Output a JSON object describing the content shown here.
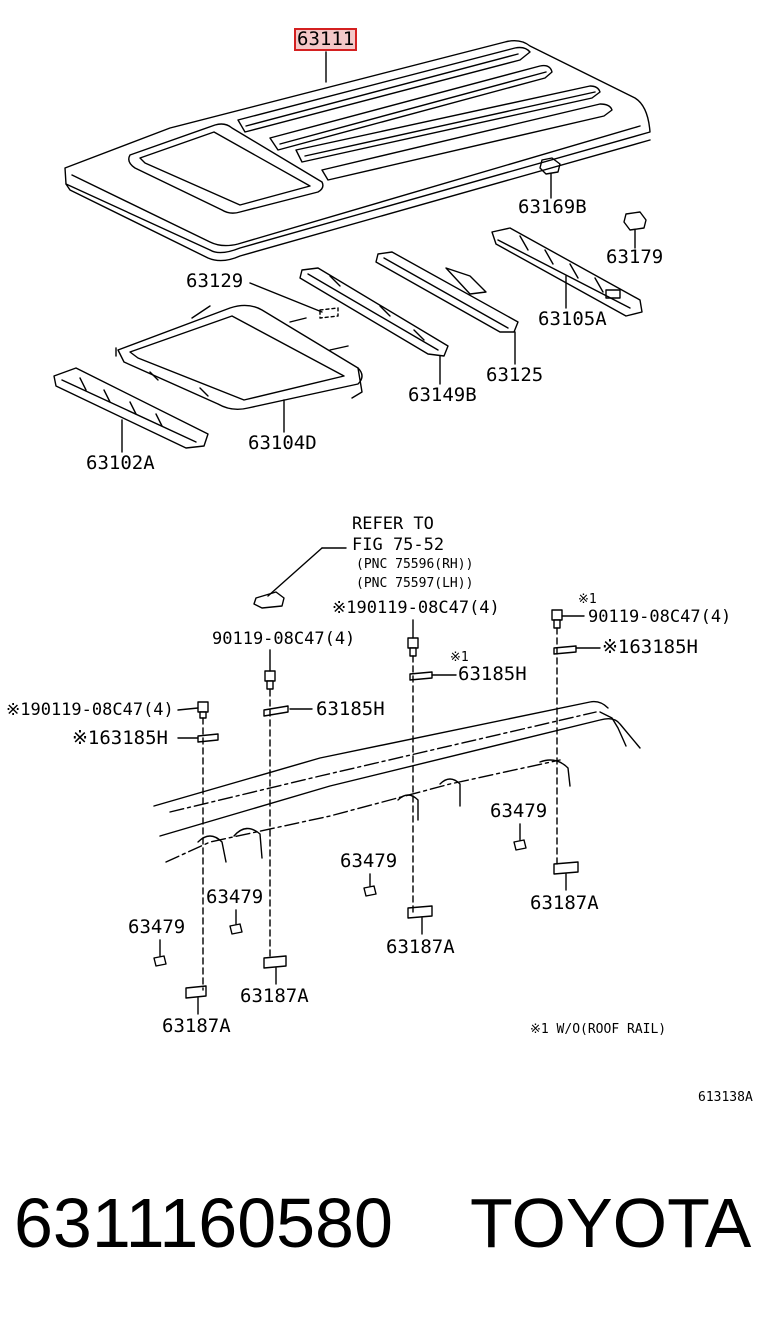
{
  "diagram": {
    "top": {
      "p63111": "63111",
      "p63169B": "63169B",
      "p63179": "63179",
      "p63129": "63129",
      "p63105A": "63105A",
      "p63125": "63125",
      "p63149B": "63149B",
      "p63104D": "63104D",
      "p63102A": "63102A"
    },
    "bottom": {
      "refer_line1": "REFER TO",
      "refer_line2": "FIG 75-52",
      "refer_line3": "(PNC 75596(RH))",
      "refer_line4": "(PNC 75597(LH))",
      "bolt_a": "※190119-08C47(4)",
      "bolt_b": "90119-08C47(4)",
      "bolt_c": "※190119-08C47(4)",
      "bolt_d_mark": "※1",
      "bolt_d": "90119-08C47(4)",
      "clip_a": "※163185H",
      "clip_b": "63185H",
      "clip_c_mark": "※1",
      "clip_c": "63185H",
      "clip_d": "※163185H",
      "pad_1": "63479",
      "pad_2": "63479",
      "pad_3": "63479",
      "pad_4": "63479",
      "bracket_1": "63187A",
      "bracket_2": "63187A",
      "bracket_3": "63187A",
      "bracket_4": "63187A",
      "note": "※1  W/O(ROOF RAIL)",
      "figure_code": "613138A"
    }
  },
  "footer": {
    "part_number": "6311160580",
    "brand": "TOYOTA"
  },
  "colors": {
    "highlight_border": "#d42020",
    "highlight_fill": "#f3c8c8",
    "ink": "#000000"
  }
}
